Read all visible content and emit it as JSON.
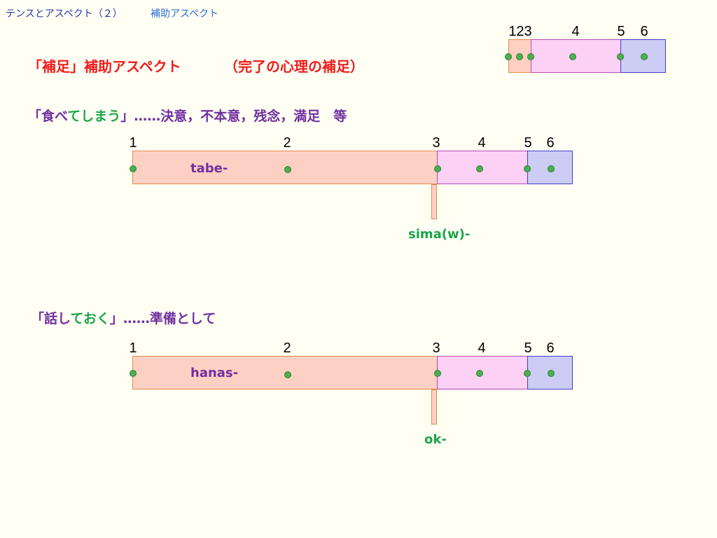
{
  "header": {
    "left": "テンスとアスペクト（２）",
    "right": "補助アスペクト"
  },
  "section_title": {
    "main": "「補足」補助アスペクト",
    "note": "（完了の心理の補足）"
  },
  "mini_diagram": {
    "numbers": [
      "123",
      "4",
      "5",
      "6"
    ]
  },
  "example1": {
    "open": "「",
    "verb": "食べ",
    "aux": "てしまう",
    "rest": "」……決意，不本意，残念，満足　等",
    "numbers": [
      "1",
      "2",
      "3",
      "4",
      "5",
      "6"
    ],
    "verb_label": "tabe-",
    "aux_label": "sima(w)-"
  },
  "example2": {
    "open": "「",
    "verb": "話し",
    "aux": "ておく",
    "rest": "」……準備として",
    "numbers": [
      "1",
      "2",
      "3",
      "4",
      "5",
      "6"
    ],
    "verb_label": "hanas-",
    "aux_label": "ok-"
  },
  "colors": {
    "past_segment": "#fdd0c4",
    "present_segment": "#fdd0f6",
    "future_segment": "#ccccf5",
    "point": "#4caf50",
    "aux_label": "#1aa54a",
    "verb_label": "#7030a0"
  }
}
